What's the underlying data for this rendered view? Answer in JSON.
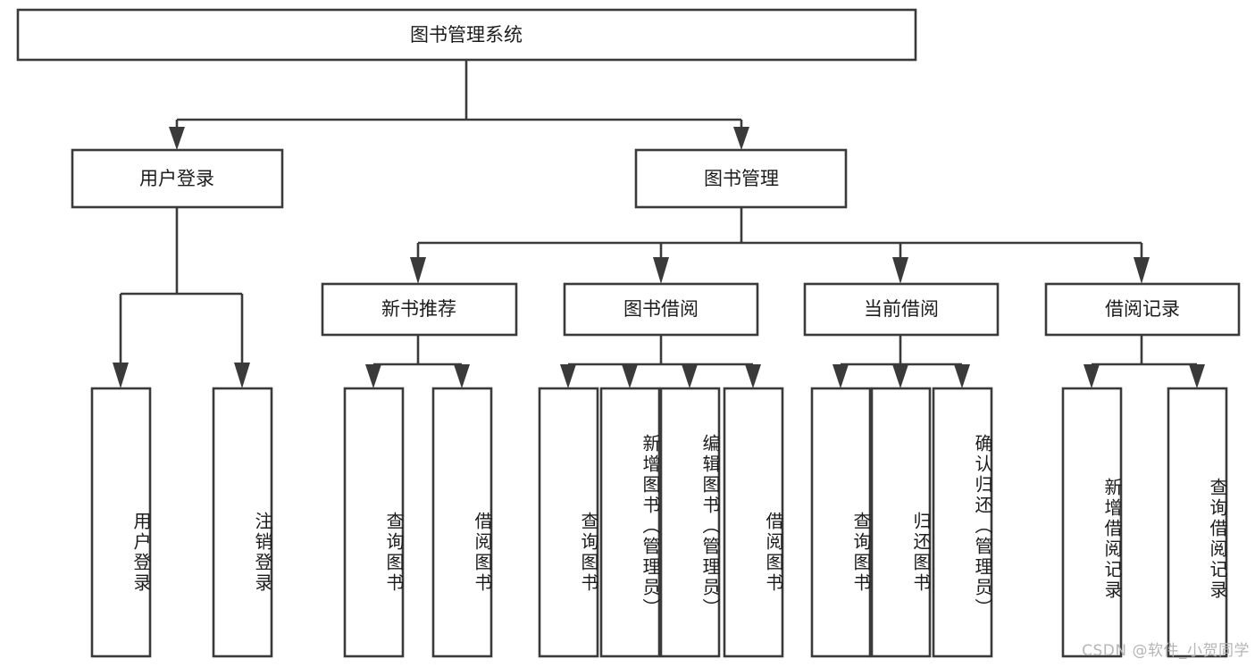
{
  "diagram": {
    "type": "tree-hierarchy-chart",
    "title": "图书管理系统",
    "root": {
      "id": "root",
      "label": "图书管理系统",
      "orientation": "horizontal"
    },
    "level2": [
      {
        "id": "user-login",
        "label": "用户登录",
        "orientation": "horizontal"
      },
      {
        "id": "book-manage",
        "label": "图书管理",
        "orientation": "horizontal"
      }
    ],
    "level3": [
      {
        "id": "new-book-recommend",
        "label": "新书推荐",
        "orientation": "horizontal",
        "parent": "book-manage"
      },
      {
        "id": "book-borrow",
        "label": "图书借阅",
        "orientation": "horizontal",
        "parent": "book-manage"
      },
      {
        "id": "current-borrow",
        "label": "当前借阅",
        "orientation": "horizontal",
        "parent": "book-manage"
      },
      {
        "id": "borrow-record",
        "label": "借阅记录",
        "orientation": "horizontal",
        "parent": "book-manage"
      }
    ],
    "leaves": [
      {
        "id": "leaf-user-login",
        "label": "用户登录",
        "parent": "user-login",
        "orientation": "vertical"
      },
      {
        "id": "leaf-logout-login",
        "label": "注销登录",
        "parent": "user-login",
        "orientation": "vertical"
      },
      {
        "id": "leaf-query-book-1",
        "label": "查询图书",
        "parent": "new-book-recommend",
        "orientation": "vertical"
      },
      {
        "id": "leaf-borrow-book-1",
        "label": "借阅图书",
        "parent": "new-book-recommend",
        "orientation": "vertical"
      },
      {
        "id": "leaf-query-book-2",
        "label": "查询图书",
        "parent": "book-borrow",
        "orientation": "vertical"
      },
      {
        "id": "leaf-add-book",
        "label": "新增图书（管理员）",
        "parent": "book-borrow",
        "orientation": "vertical"
      },
      {
        "id": "leaf-edit-book",
        "label": "编辑图书（管理员）",
        "parent": "book-borrow",
        "orientation": "vertical"
      },
      {
        "id": "leaf-borrow-book-2",
        "label": "借阅图书",
        "parent": "book-borrow",
        "orientation": "vertical"
      },
      {
        "id": "leaf-query-book-3",
        "label": "查询图书",
        "parent": "current-borrow",
        "orientation": "vertical"
      },
      {
        "id": "leaf-return-book",
        "label": "归还图书",
        "parent": "current-borrow",
        "orientation": "vertical"
      },
      {
        "id": "leaf-confirm-return",
        "label": "确认归还（管理员）",
        "parent": "current-borrow",
        "orientation": "vertical"
      },
      {
        "id": "leaf-add-record",
        "label": "新增借阅记录",
        "parent": "borrow-record",
        "orientation": "vertical"
      },
      {
        "id": "leaf-query-record",
        "label": "查询借阅记录",
        "parent": "borrow-record",
        "orientation": "vertical"
      }
    ],
    "colors": {
      "stroke": "#3a3a3a",
      "fill": "#ffffff",
      "text": "#1c1c1c",
      "background": "#ffffff",
      "watermark": "#b6b6b6"
    }
  },
  "watermark": {
    "text": "CSDN @软件_小贺同学"
  }
}
